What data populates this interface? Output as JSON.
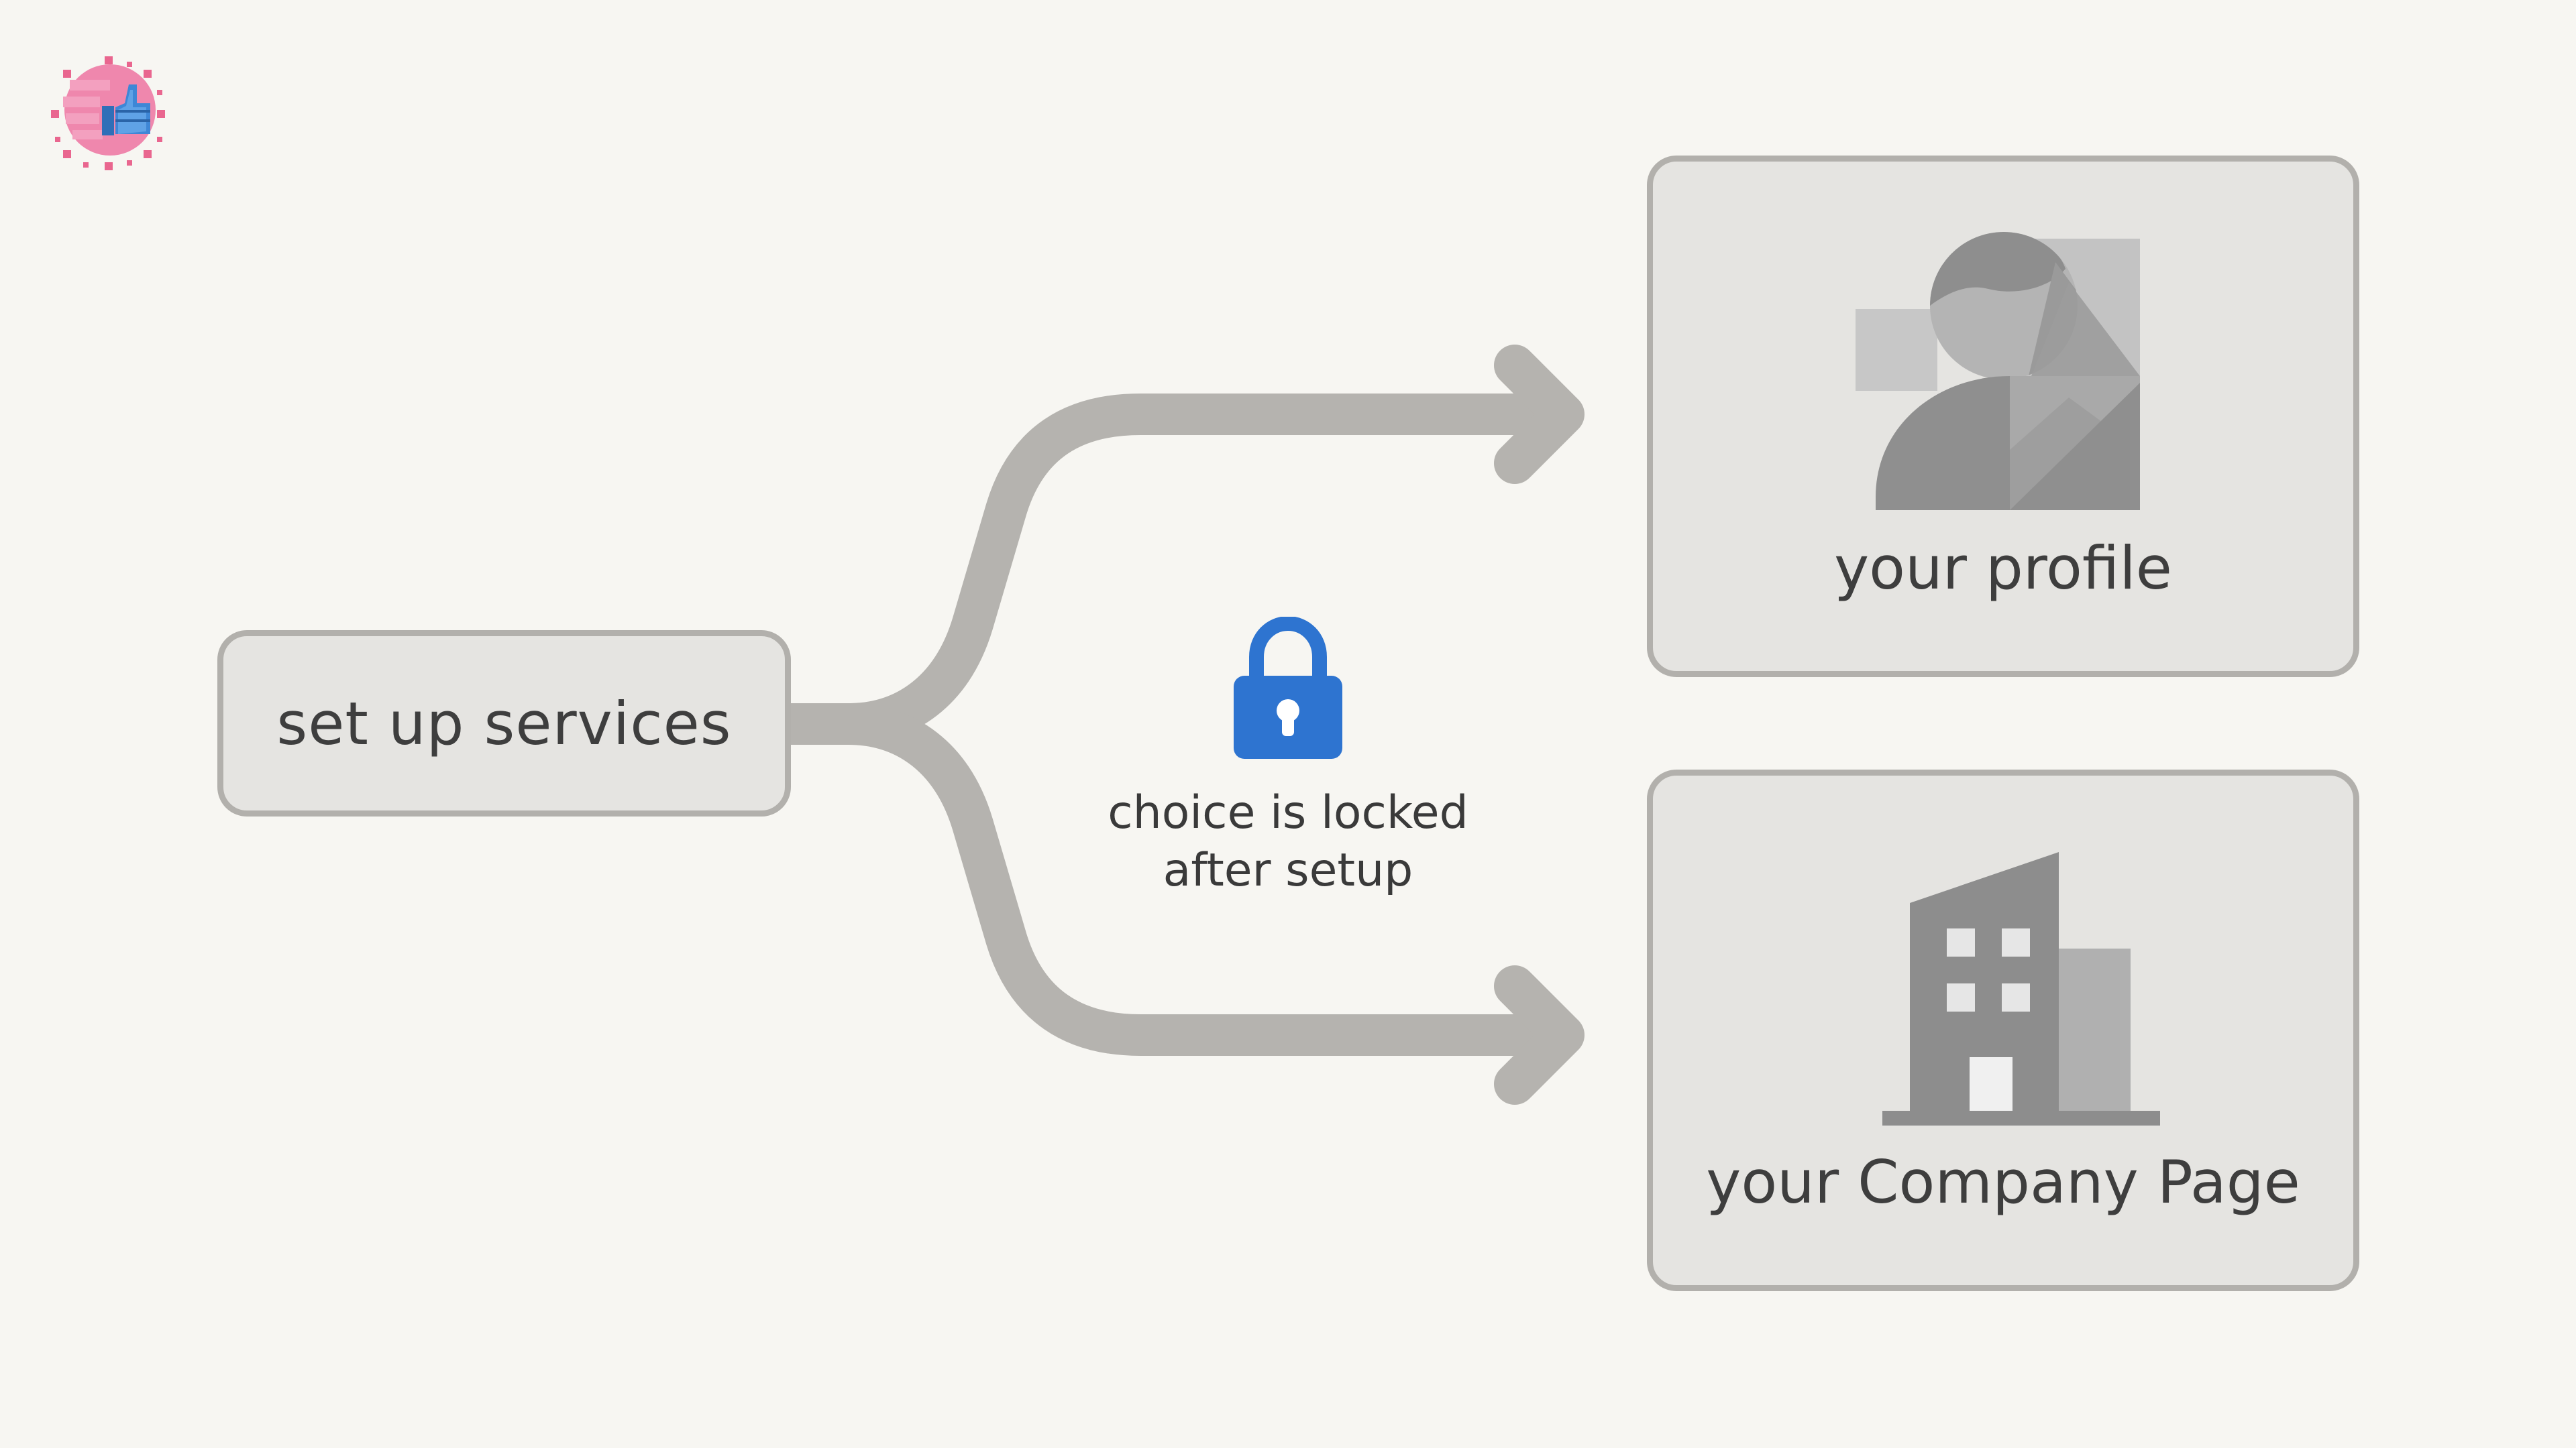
{
  "diagram": {
    "source": {
      "label": "set up services"
    },
    "targets": [
      {
        "id": "profile",
        "label": "your profile",
        "icon": "person-icon"
      },
      {
        "id": "company",
        "label": "your Company Page",
        "icon": "building-icon"
      }
    ],
    "lock": {
      "icon": "lock-icon",
      "caption_lines": [
        "choice is locked",
        "after setup"
      ]
    },
    "logo": {
      "icon": "pixel-thumbs-up-badge-icon"
    }
  },
  "colors": {
    "background": "#f7f6f2",
    "box_fill": "#e5e4e1",
    "box_border": "#b2b0ac",
    "connector": "#b5b3af",
    "icon_gray_dark": "#8f8f8f",
    "icon_gray_light": "#b9b9b9",
    "lock_blue": "#2e74d0",
    "logo_pink": "#f07aa6",
    "logo_blue": "#2f78c4"
  }
}
